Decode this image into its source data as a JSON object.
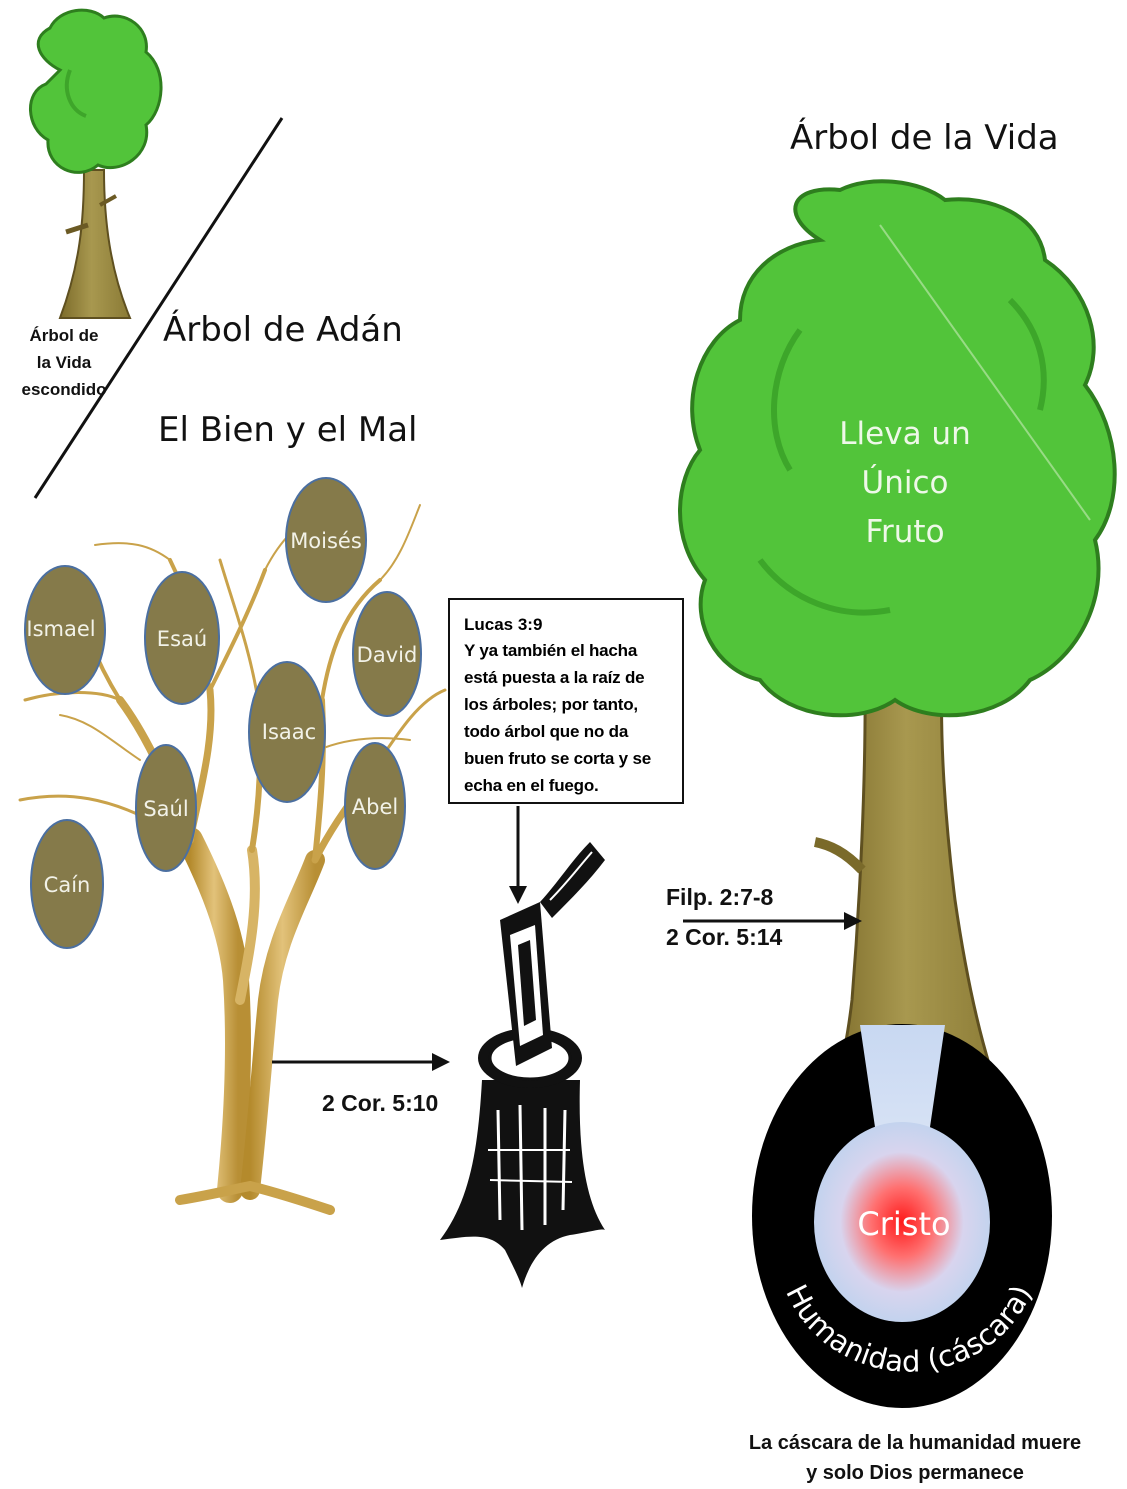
{
  "small_tree": {
    "label_lines": [
      "Árbol de",
      "la Vida",
      "escondido"
    ]
  },
  "left_titles": {
    "adam": "Árbol de Adán",
    "good_evil": "El Bien y el Mal"
  },
  "ovals": [
    "Moisés",
    "Ismael",
    "Esaú",
    "David",
    "Isaac",
    "Saúl",
    "Abel",
    "Caín"
  ],
  "verse": {
    "ref": "Lucas 3:9",
    "lines": [
      "Y ya también el hacha",
      "está puesta a la raíz de",
      "los árboles; por tanto,",
      "todo árbol que no da",
      "buen fruto se corta y se",
      "echa en el fuego."
    ]
  },
  "refs": {
    "cor_5_10": "2 Cor.  5:10",
    "filp": "Filp. 2:7-8",
    "cor_5_14": "2 Cor.  5:14"
  },
  "life_tree": {
    "title": "Árbol de la Vida",
    "fruit_lines": [
      "Lleva un",
      "Único",
      "Fruto"
    ],
    "core_label": "Cristo",
    "shell_label": "Humanidad (cáscara)"
  },
  "caption_lines": [
    "La cáscara de la humanidad muere",
    "y solo Dios permanece"
  ],
  "colors": {
    "foliage": "#52c43a",
    "foliage_dark": "#3a9e2a",
    "trunk": "#9a8a45",
    "oval_fill": "#857a4a",
    "oval_stroke": "#4b6fa0",
    "bare_tree": "#c9a24a",
    "core_red": "#ff2020",
    "core_halo": "#c8d6ee"
  }
}
